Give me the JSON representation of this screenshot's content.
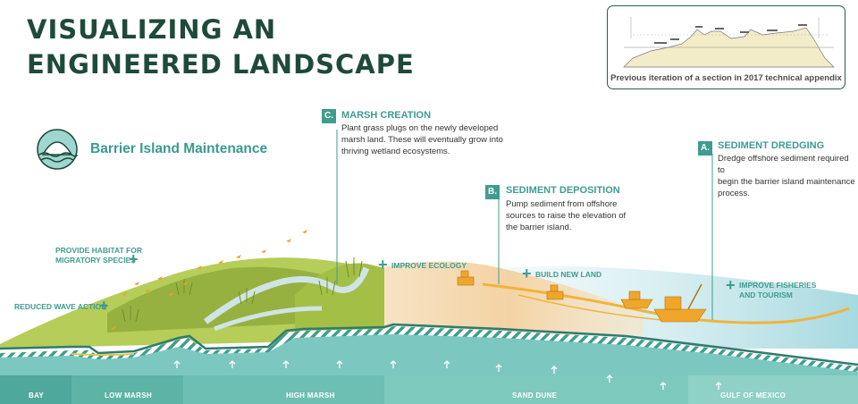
{
  "title": {
    "line1": "VISUALIZING AN",
    "line2": "ENGINEERED LANDSCAPE"
  },
  "inset": {
    "caption": "Previous iteration of a section in 2017 technical appendix"
  },
  "subtitle": "Barrier Island Maintenance",
  "steps": [
    {
      "letter": "A.",
      "title": "SEDIMENT DREDGING",
      "body": [
        "Dredge offshore sediment required to",
        "begin the barrier island maintenance",
        "process."
      ]
    },
    {
      "letter": "B.",
      "title": "SEDIMENT DEPOSITION",
      "body": [
        "Pump sediment from offshore",
        "sources to raise the elevation of",
        "the barrier island."
      ]
    },
    {
      "letter": "C.",
      "title": "MARSH CREATION",
      "body": [
        "Plant grass plugs on the newly developed",
        "marsh land. These will eventually grow into",
        "thriving wetland ecosystems."
      ]
    }
  ],
  "benefits": {
    "habitat": [
      "PROVIDE HABITAT FOR",
      "MIGRATORY SPECIES"
    ],
    "wave": "REDUCED WAVE ACTION",
    "ecology": "IMPROVE ECOLOGY",
    "land": "BUILD NEW LAND",
    "fisheries": [
      "IMPROVE FISHERIES",
      "AND TOURISM"
    ]
  },
  "zones": [
    "BAY",
    "LOW MARSH",
    "HIGH MARSH",
    "SAND DUNE",
    "GULF OF MEXICO"
  ],
  "colors": {
    "title": "#1f4a3a",
    "accent": "#3f9c8f",
    "water": "#7cc8c0",
    "sand": "#f2d3a8",
    "marsh": "#a9c24a",
    "sediment": "#f0b43a"
  }
}
